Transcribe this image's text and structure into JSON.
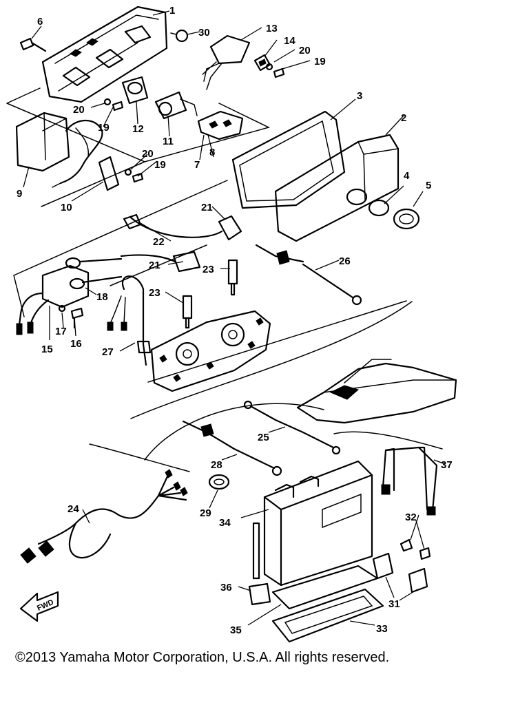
{
  "callouts": [
    "1",
    "2",
    "3",
    "4",
    "5",
    "6",
    "7",
    "8",
    "9",
    "10",
    "11",
    "12",
    "13",
    "14",
    "15",
    "16",
    "17",
    "18",
    "19",
    "19",
    "19",
    "20",
    "20",
    "20",
    "21",
    "21",
    "22",
    "23",
    "23",
    "24",
    "25",
    "26",
    "27",
    "28",
    "29",
    "30",
    "31",
    "32",
    "33",
    "34",
    "35",
    "36",
    "37"
  ],
  "fwd_label": "FWD",
  "copyright": "©2013 Yamaha Motor Corporation, U.S.A. All rights reserved."
}
